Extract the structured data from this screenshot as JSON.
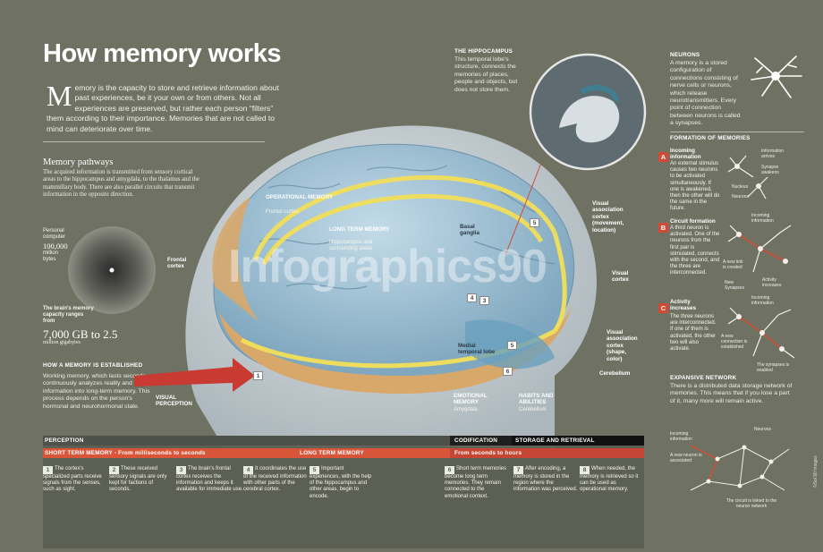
{
  "title": "How memory works",
  "intro": {
    "dropcap": "M",
    "text": "emory is the capacity to store and retrieve information about past experiences, be it your own or from others. Not all experiences are preserved, but rather each person “filters” them according to their importance. Memories that are not called to mind can deteriorate over time."
  },
  "pathways": {
    "heading": "Memory pathways",
    "text": "The acquired information is transmitted from sensory cortical areas to the hippocampus and amygdala, to the thalamus and the mammillary body. There are also parallel circuits that transmit information in the opposite direction."
  },
  "computer": {
    "label": "Personal computer",
    "value": "100,000",
    "unit": "million bytes"
  },
  "brain_capacity": {
    "label": "The brain's memory capacity ranges from",
    "value": "7,000 GB to 2.5",
    "unit": "million gigabytes"
  },
  "established": {
    "heading": "HOW A MEMORY IS ESTABLISHED",
    "text": "Working memory, which lasts seconds, continuously analyzes reality and filters information into long-term memory. This process depends on the person's hormonal and neurohormonal state."
  },
  "visual_perception": "VISUAL PERCEPTION",
  "hippocampus": {
    "heading": "THE HIPPOCAMPUS",
    "text": "This temporal lobe's structure, connects the memories of places, people and objects, but does not store them."
  },
  "brain_labels": {
    "operational": "OPERATIONAL MEMORY",
    "operational_sub": "Frontal cortex",
    "long_term": "LONG TERM MEMORY",
    "long_term_sub": "Hippocampus and surrounding areas",
    "basal": "Basal ganglia",
    "frontal": "Frontal cortex",
    "visual_assoc_1": "Visual association cortex (movement, location)",
    "visual_cortex": "Visual cortex",
    "visual_assoc_2": "Visual association cortex (shape, color)",
    "medial_temporal": "Medial temporal lobe",
    "cerebellum": "Cerebellum",
    "emotional": "EMOTIONAL MEMORY",
    "emotional_sub": "Amygdala",
    "habits": "HABITS AND ABILITIES",
    "habits_sub": "Cerebellum"
  },
  "watermark": "Infographics90",
  "neurons": {
    "heading": "NEURONS",
    "text": "A memory is a stored configuration of connections consisting of nerve cells or neurons, which release neurotransmitters. Every point of connection between neurons is called a synapses."
  },
  "formation": {
    "heading": "FORMATION OF MEMORIES",
    "steps": [
      {
        "letter": "A",
        "title": "Incoming information",
        "text": "An external stimulus causes two neurons to be activated simultaneously. If one is awakened, then the other will do the same in the future.",
        "notes": [
          "Information arrives",
          "Synapse awakens",
          "Nucleus",
          "Neurons"
        ]
      },
      {
        "letter": "B",
        "title": "Circuit formation",
        "text": "A third neuron is activated. One of the neurons from the first pair is stimulated, connects with the second, and the three are interconnected.",
        "notes": [
          "Incoming information",
          "A new link is created",
          "New Synapses",
          "Activity increases"
        ]
      },
      {
        "letter": "C",
        "title": "Activity increases",
        "text": "The three neurons are interconnected. If one of them is activated, the other two will also activate.",
        "notes": [
          "Incoming information",
          "A new connection is established",
          "The synapses is enabled"
        ]
      }
    ]
  },
  "expansive": {
    "heading": "EXPANSIVE NETWORK",
    "text": "There is a distributed data storage network of memories. This means that if you lose a part of it, many more will remain active.",
    "notes": [
      "Incoming information",
      "Neurons",
      "A new neuron is associated",
      "The circuit is linked to the neuron network"
    ]
  },
  "timeline": {
    "perception": "PERCEPTION",
    "codification": "CODIFICATION",
    "storage": "STORAGE AND RETRIEVAL",
    "short_term": "SHORT TERM MEMORY - From milliseconds to seconds",
    "long_term": "LONG TERM MEMORY",
    "seconds_hours": "From seconds to hours",
    "steps": [
      {
        "n": "1",
        "text": "The cortex's specialized parts receive signals from the senses, such as sight."
      },
      {
        "n": "2",
        "text": "These received sensory signals are only kept for factions of seconds."
      },
      {
        "n": "3",
        "text": "The brain's frontal cortex receives the information and keeps it available for immediate use."
      },
      {
        "n": "4",
        "text": "It coordinates the use of the received information with other parts of the cerebral cortex."
      },
      {
        "n": "5",
        "text": "Important experiences, with the help of the hippocampus and other areas, begin to encode."
      },
      {
        "n": "6",
        "text": "Short term memories become long term memories. They remain connected to the emotional context."
      },
      {
        "n": "7",
        "text": "After encoding, a memory is stored in the region where the information was perceived."
      },
      {
        "n": "8",
        "text": "When needed, the memory is retrieved so it can be used as operational memory."
      }
    ]
  },
  "credit": "©Sol 90 Images",
  "colors": {
    "background": "#6f7262",
    "accent_red": "#d24a33",
    "dark_bar": "#2a2a28",
    "bar_red": "#d9553a",
    "brain_blue": "#9fc3d6",
    "brain_tan": "#d8a86b"
  }
}
